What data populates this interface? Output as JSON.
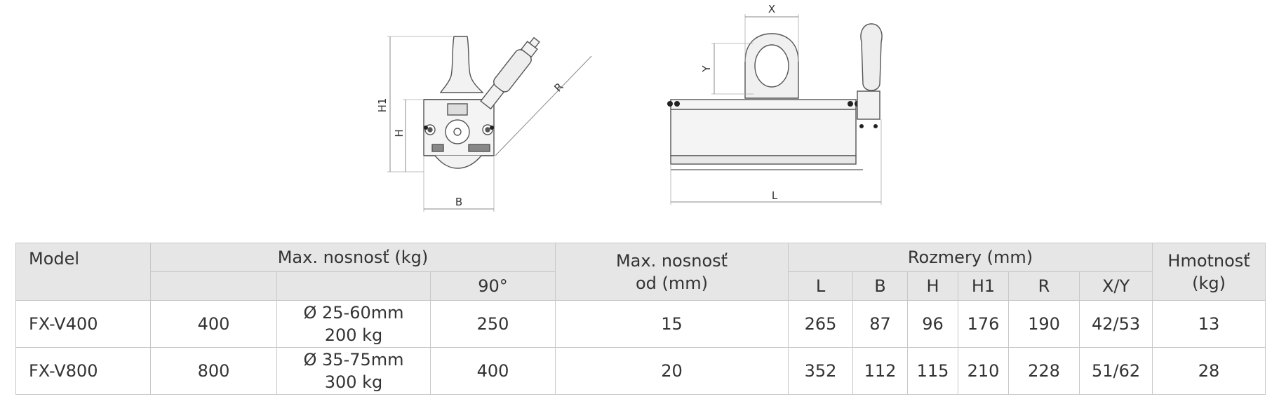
{
  "drawing_labels": {
    "side": {
      "h1": "H1",
      "h": "H",
      "b": "B",
      "r": "R"
    },
    "front": {
      "x": "X",
      "y": "Y",
      "l": "L"
    }
  },
  "table": {
    "headers": {
      "model": "Model",
      "max_capacity": "Max. nosnosť (kg)",
      "angle_90": "90°",
      "max_capacity_from_line1": "Max. nosnosť",
      "max_capacity_from_line2": "od (mm)",
      "dimensions": "Rozmery (mm)",
      "weight_line1": "Hmotnosť",
      "weight_line2": "(kg)",
      "dim_cols": [
        "L",
        "B",
        "H",
        "H1",
        "R",
        "X/Y"
      ]
    },
    "rows": [
      {
        "model": "FX-V400",
        "capacity": "400",
        "round_range": "Ø 25-60mm",
        "round_capacity": "200 kg",
        "capacity_90": "250",
        "from_mm": "15",
        "dims": [
          "265",
          "87",
          "96",
          "176",
          "190",
          "42/53"
        ],
        "weight": "13"
      },
      {
        "model": "FX-V800",
        "capacity": "800",
        "round_range": "Ø 35-75mm",
        "round_capacity": "300 kg",
        "capacity_90": "400",
        "from_mm": "20",
        "dims": [
          "352",
          "112",
          "115",
          "210",
          "228",
          "51/62"
        ],
        "weight": "28"
      }
    ]
  }
}
